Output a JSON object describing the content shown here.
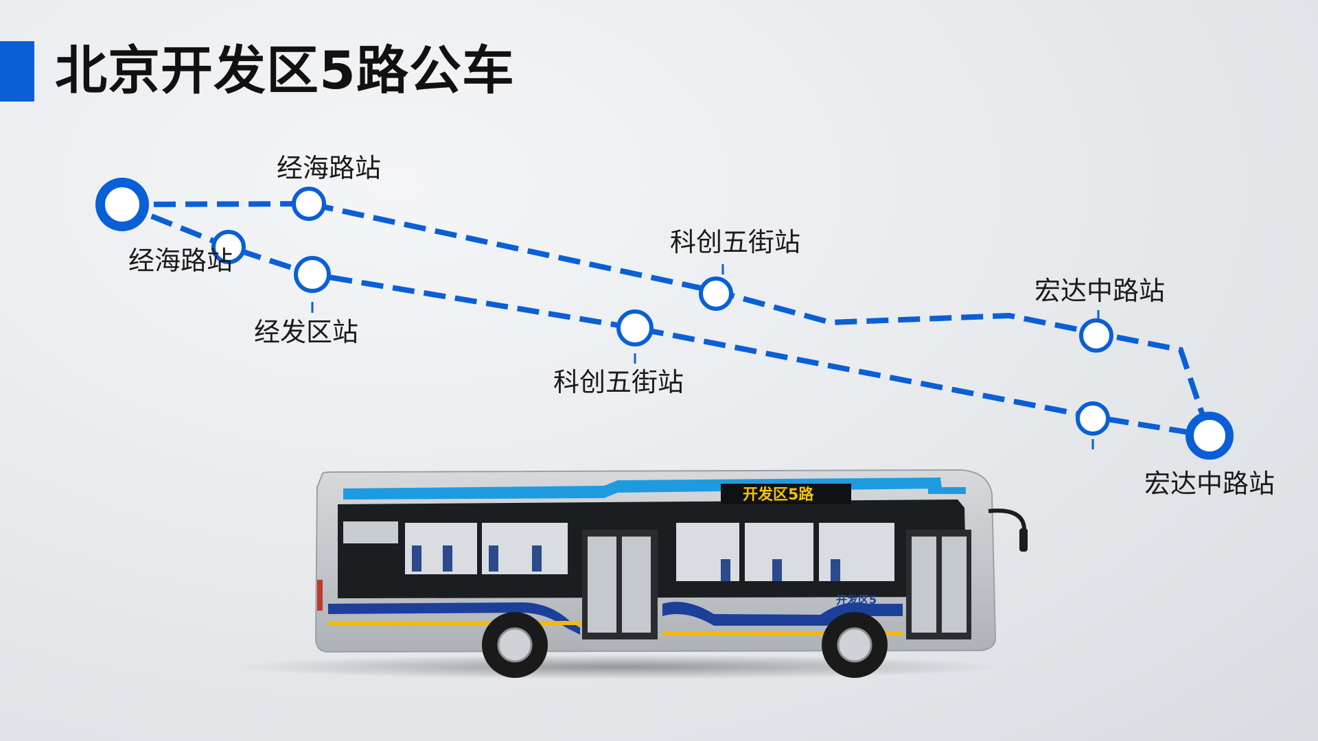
{
  "header": {
    "title": "北京开发区5路公车"
  },
  "colors": {
    "accent": "#0a5fd6",
    "route": "#0a5fd6",
    "bus_stripe": "#1e9be0",
    "bus_body": "#c9ccd0"
  },
  "route": {
    "stops": [
      {
        "label": "经海路站"
      },
      {
        "label": "经海路站"
      },
      {
        "label": "经发区站"
      },
      {
        "label": "科创五街站"
      },
      {
        "label": "科创五街站"
      },
      {
        "label": "宏达中路站"
      },
      {
        "label": "宏达中路站"
      }
    ]
  },
  "bus": {
    "sign_text": "开发区5路",
    "side_text": "开发区5"
  }
}
